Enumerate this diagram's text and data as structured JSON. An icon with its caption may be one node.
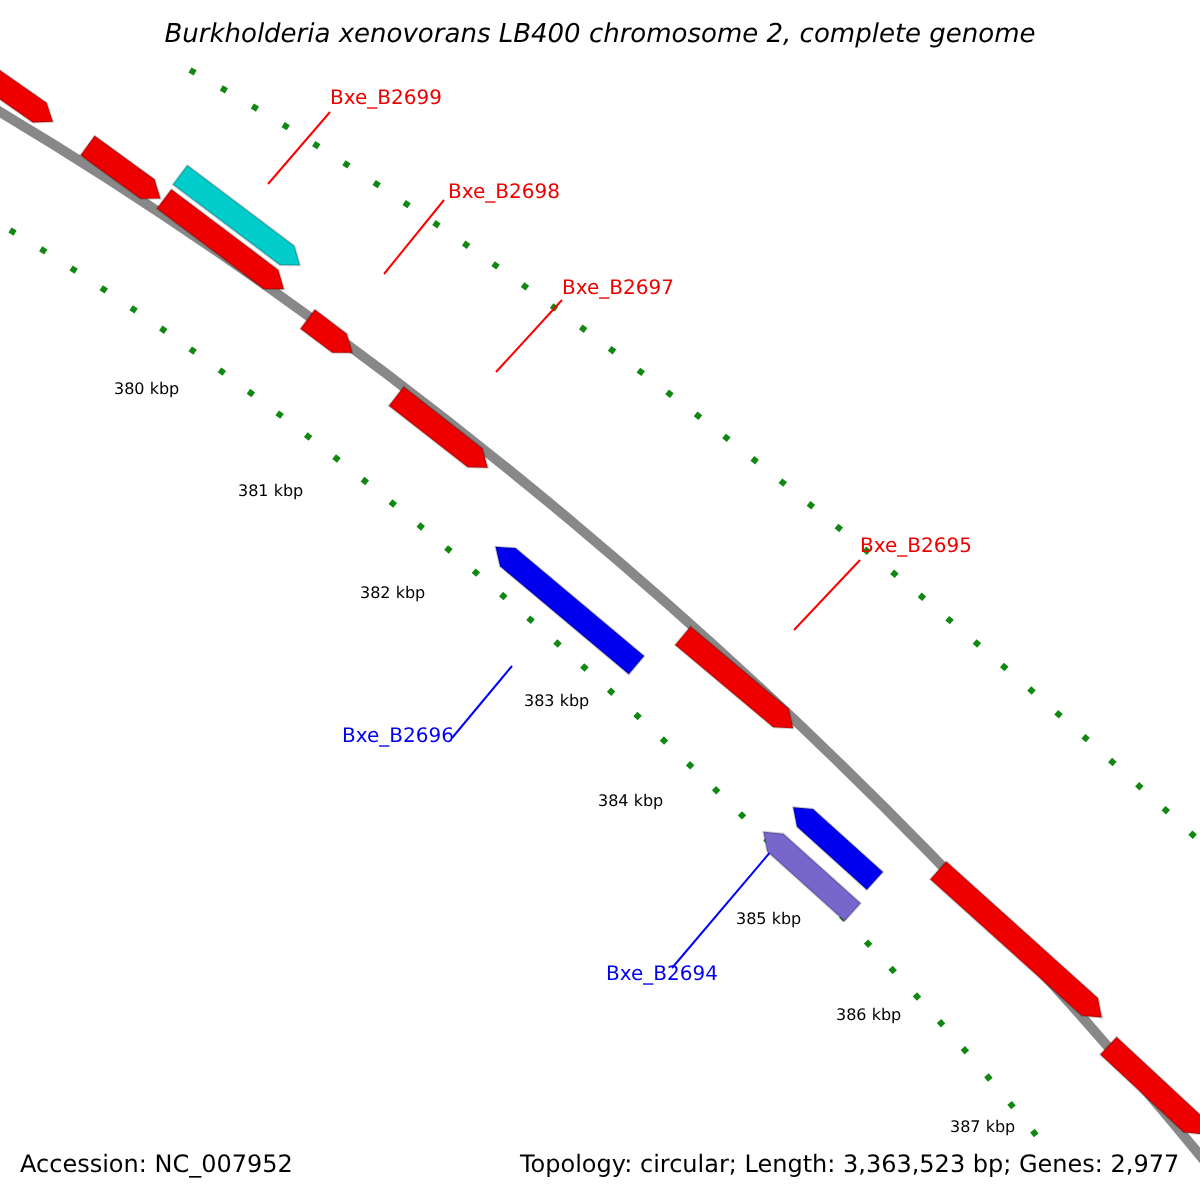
{
  "diagram": {
    "title": "Burkholderia xenovorans LB400 chromosome 2, complete genome",
    "nodes": [
      {
        "text": [
          "Bxe_B2699"
        ]
      },
      {
        "text": [],
        "shape": "bar"
      },
      {
        "text": [
          "Bxe_B2698"
        ]
      },
      {
        "text": [],
        "shape": "bar"
      },
      {
        "text": [
          "Bxe_B2697"
        ]
      },
      {
        "text": [],
        "shape": "bar"
      },
      {
        "text": [
          "Bxe_B2695"
        ]
      },
      {
        "text": [],
        "shape": "bar"
      },
      {
        "text": [
          "Bxe_B2696"
        ]
      },
      {
        "text": [],
        "shape": "bar"
      },
      {
        "text": [
          "Bxe_B2694"
        ]
      },
      {
        "text": [],
        "shape": "bar"
      },
      {
        "text": [],
        "shape": "bar"
      },
      {
        "text": [],
        "shape": "bar"
      },
      {
        "text": [],
        "shape": "bar"
      },
      {
        "text": [],
        "shape": "bar"
      },
      {
        "text": [],
        "shape": "bar"
      },
      {
        "text": [],
        "shape": "bar"
      }
    ],
    "edges": [
      {
        "from": 0,
        "to": 1,
        "arrow": "none",
        "color": "#ff0000"
      },
      {
        "from": 2,
        "to": 3,
        "arrow": "none",
        "color": "#ff0000"
      },
      {
        "from": 4,
        "to": 5,
        "arrow": "none",
        "color": "#ff0000"
      },
      {
        "from": 6,
        "to": 7,
        "arrow": "none",
        "color": "#ff0000"
      },
      {
        "from": 8,
        "to": 9,
        "arrow": "none",
        "color": "#0000ff"
      },
      {
        "from": 10,
        "to": 11,
        "arrow": "none",
        "color": "#0000ff"
      }
    ],
    "labels": [
      "380 kbp",
      "381 kbp",
      "382 kbp",
      "383 kbp",
      "384 kbp",
      "385 kbp",
      "386 kbp",
      "387 kbp",
      "Accession: NC_007952",
      "Topology: circular; Length: 3,363,523 bp; Genes: 2,977"
    ]
  }
}
